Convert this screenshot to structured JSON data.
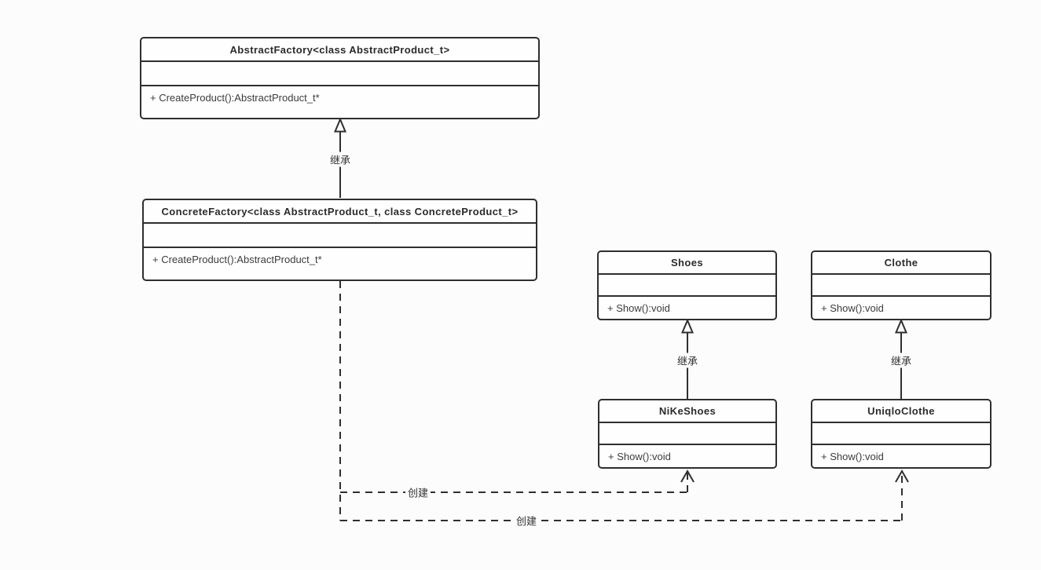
{
  "diagram": {
    "title": "Abstract Factory pattern class diagram",
    "background_color": "#fcfcfc",
    "line_color": "#2f2f2f",
    "text_color": "#3c3c3c"
  },
  "classes": [
    {
      "name": "AbstractFactory<class AbstractProduct_t>",
      "attributes": [],
      "methods": [
        "+ CreateProduct():AbstractProduct_t*"
      ]
    },
    {
      "name": "ConcreteFactory<class AbstractProduct_t, class ConcreteProduct_t>",
      "attributes": [],
      "methods": [
        "+ CreateProduct():AbstractProduct_t*"
      ]
    },
    {
      "name": "Shoes",
      "attributes": [],
      "methods": [
        "+ Show():void"
      ]
    },
    {
      "name": "Clothe",
      "attributes": [],
      "methods": [
        "+ Show():void"
      ]
    },
    {
      "name": "NiKeShoes",
      "attributes": [],
      "methods": [
        "+ Show():void"
      ]
    },
    {
      "name": "UniqloClothe",
      "attributes": [],
      "methods": [
        "+ Show():void"
      ]
    }
  ],
  "relations": [
    {
      "from": "ConcreteFactory",
      "to": "AbstractFactory",
      "type": "inheritance",
      "label": "继承"
    },
    {
      "from": "NiKeShoes",
      "to": "Shoes",
      "type": "inheritance",
      "label": "继承"
    },
    {
      "from": "UniqloClothe",
      "to": "Clothe",
      "type": "inheritance",
      "label": "继承"
    },
    {
      "from": "ConcreteFactory",
      "to": "NiKeShoes",
      "type": "create",
      "label": "创建"
    },
    {
      "from": "ConcreteFactory",
      "to": "UniqloClothe",
      "type": "create",
      "label": "创建"
    }
  ]
}
